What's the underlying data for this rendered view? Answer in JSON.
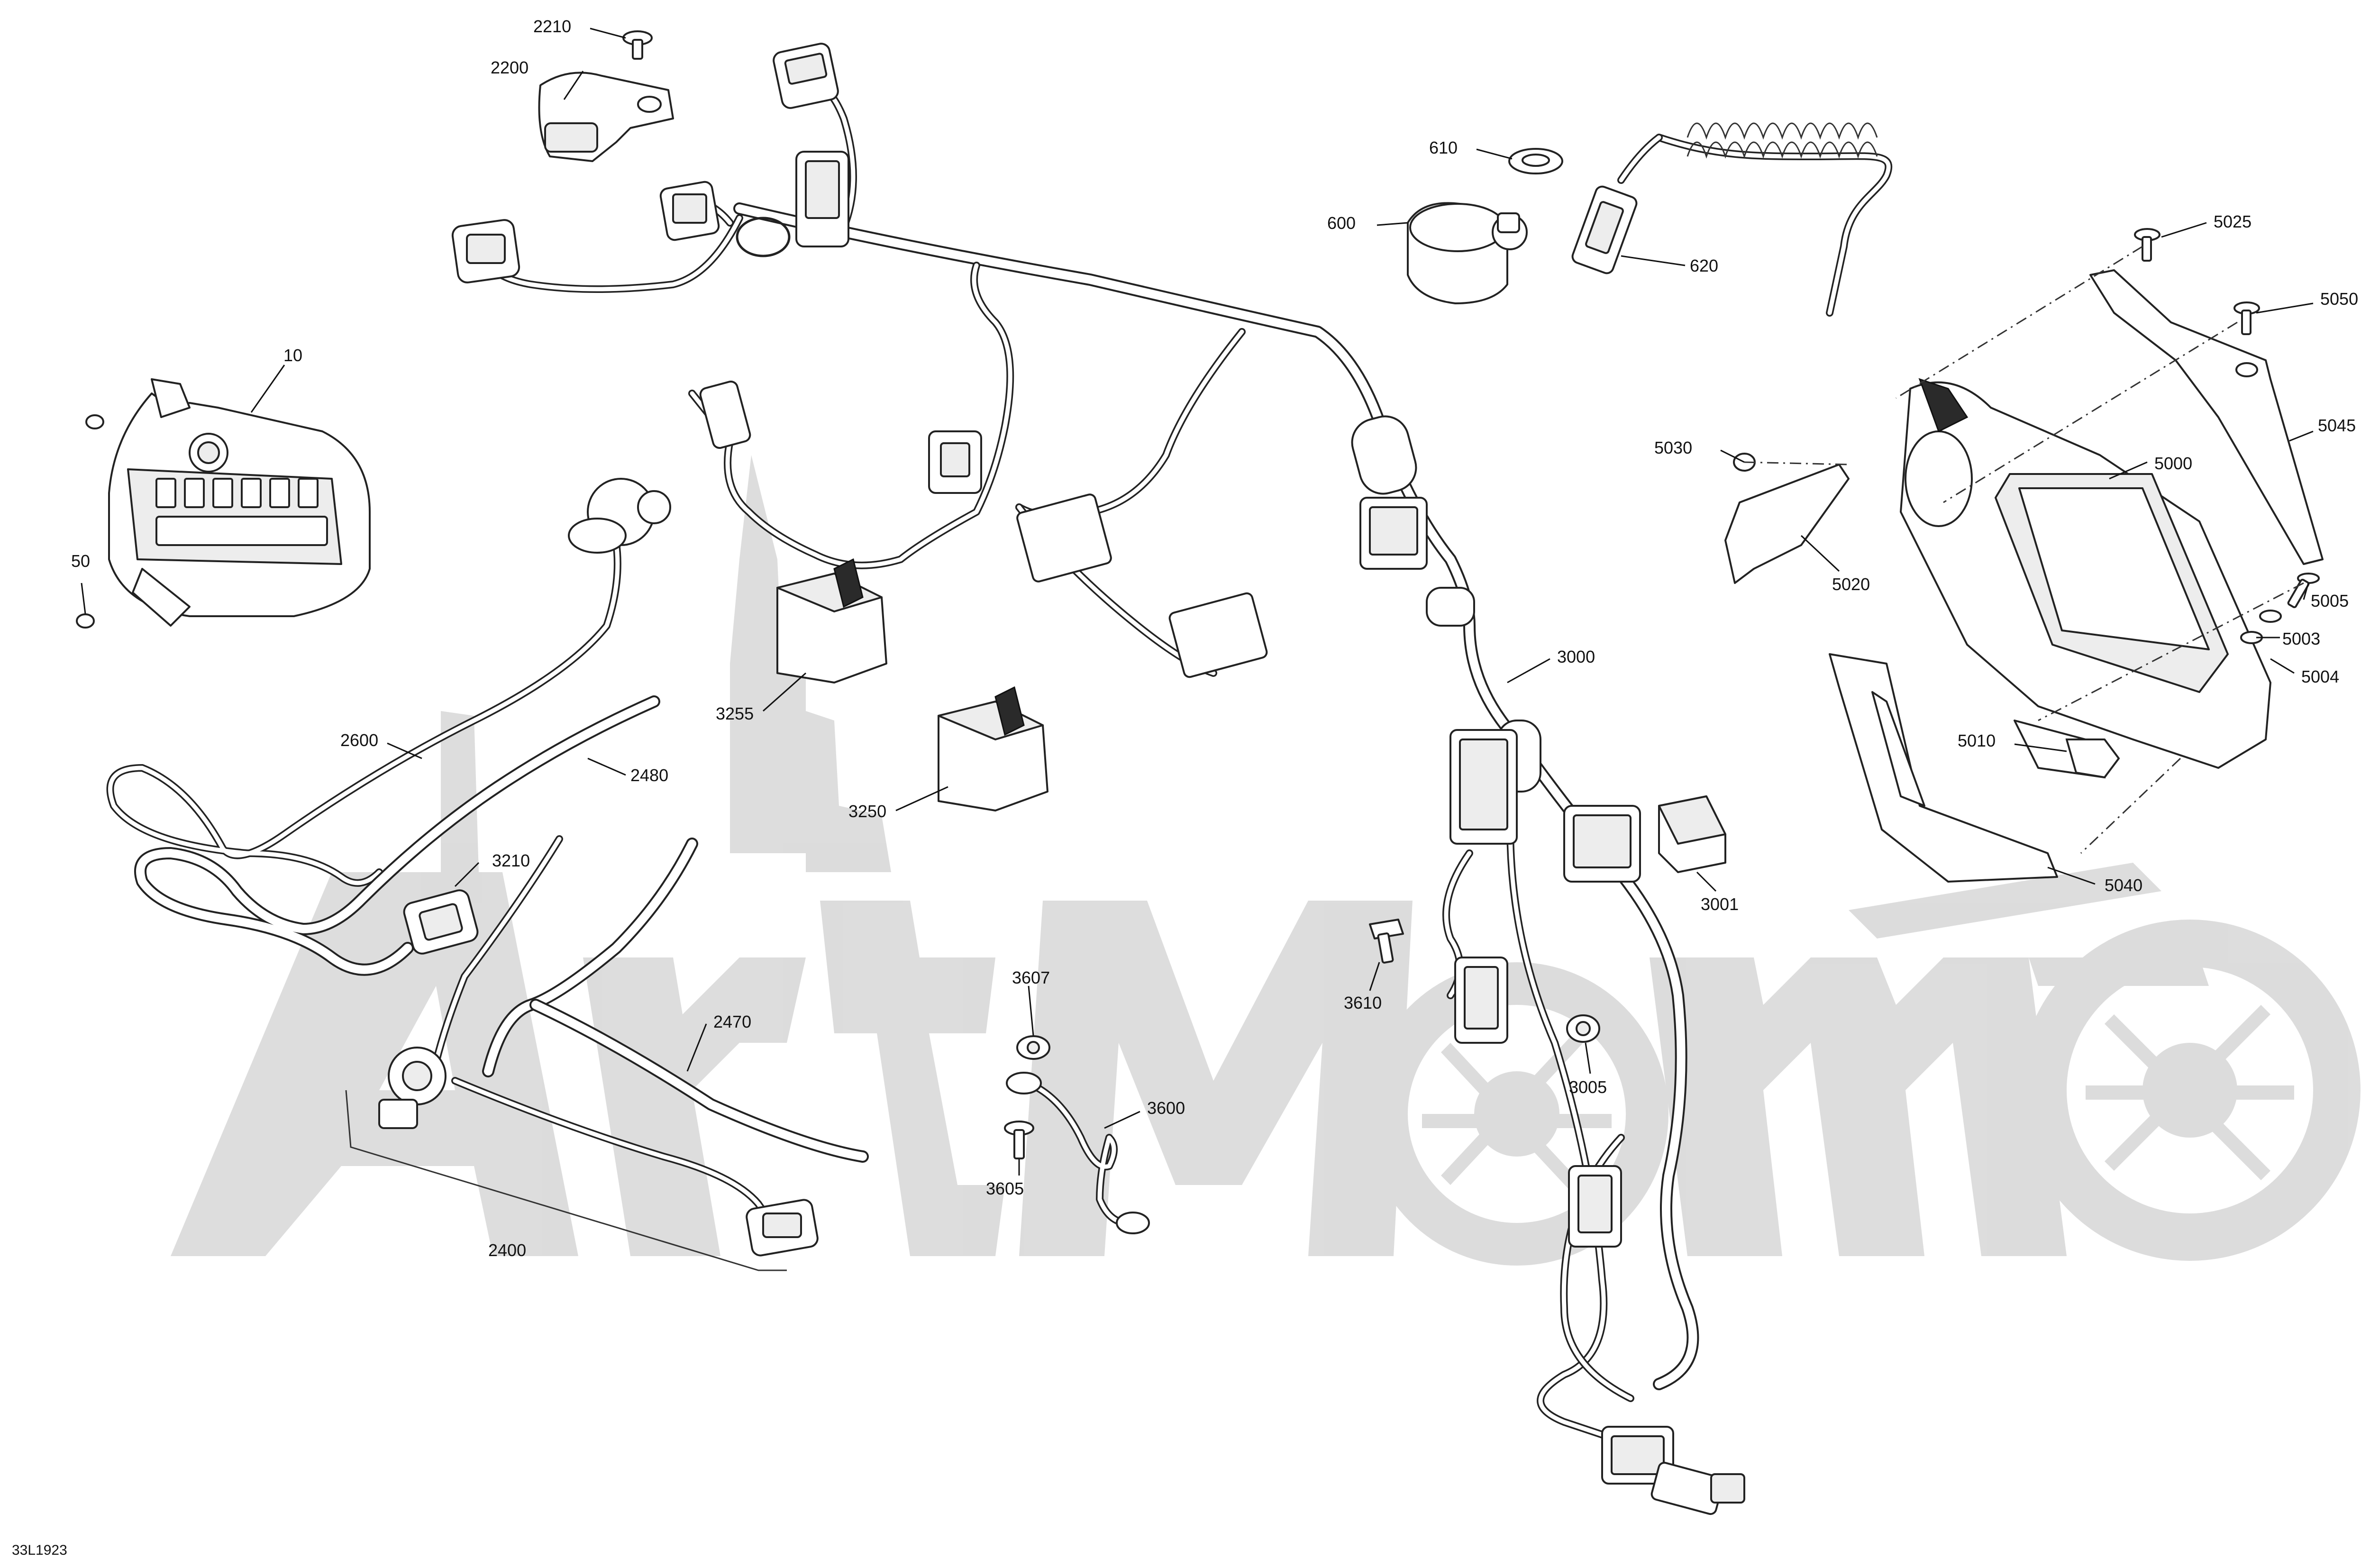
{
  "diagram_code": "33L1923",
  "callouts": {
    "c10": "10",
    "c50": "50",
    "c600": "600",
    "c610": "610",
    "c620": "620",
    "c2200": "2200",
    "c2210": "2210",
    "c2400": "2400",
    "c2470": "2470",
    "c2480": "2480",
    "c2600": "2600",
    "c3000": "3000",
    "c3001": "3001",
    "c3005": "3005",
    "c3210": "3210",
    "c3250": "3250",
    "c3255": "3255",
    "c3600": "3600",
    "c3605": "3605",
    "c3607": "3607",
    "c3610": "3610",
    "c5000": "5000",
    "c5003": "5003",
    "c5004": "5004",
    "c5005": "5005",
    "c5010": "5010",
    "c5020": "5020",
    "c5025": "5025",
    "c5030": "5030",
    "c5040": "5040",
    "c5045": "5045",
    "c5050": "5050"
  },
  "watermark": "ArtMoto"
}
